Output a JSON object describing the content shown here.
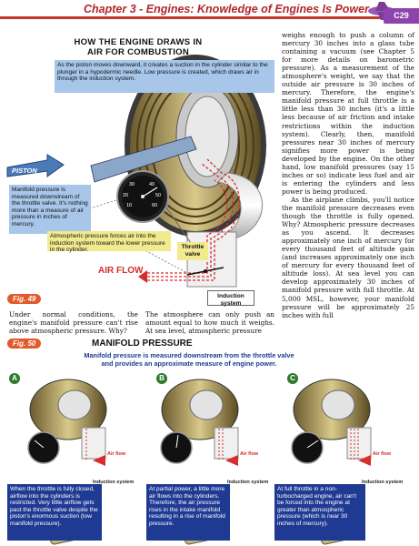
{
  "header": {
    "title": "Chapter 3 - Engines: Knowledge of Engines Is Power",
    "page_tab": "C29"
  },
  "fig49": {
    "title_line1": "HOW THE ENGINE DRAWS IN",
    "title_line2": "AIR FOR COMBUSTION",
    "note_top": "As the piston moves downward, it creates a suction in the cylinder similar to the plunger in a hypodermic needle. Low pressure is created, which draws air in through the induction system.",
    "piston_label": "PISTON",
    "note_manifold": "Manifold pressure is measured downstream of the throttle valve. It's nothing more than a measure of air pressure in inches of mercury.",
    "note_atmos": "Atmospheric pressure forces air into the induction system toward the lower pressure in the cylinder.",
    "throttle_label": "Throttle valve",
    "airflow_label": "AIR FLOW",
    "induction_label": "Induction system",
    "badge": "Fig. 49",
    "gauge_nums": [
      "10",
      "20",
      "30",
      "40",
      "50",
      "60"
    ]
  },
  "body_text": {
    "col1": "Under normal conditions, the engine's manifold pressure can't rise above atmospheric pressure. Why?",
    "col2": "The atmosphere can only push an amount equal to how much it weighs. At sea level, atmospheric pressure",
    "col3_p1": "weighs enough to push a column of mercury 30 inches into a glass tube containing a vacuum (see Chapter 5 for more details on barometric pressure). As a measurement of the atmosphere's weight, we say that the outside air pressure is 30 inches of mercury. Therefore, the engine's manifold pressure at full throttle is a little less than 30 inches (it's a little less because of air friction and intake restrictions within the induction system). Clearly, then, manifold pressures near 30 inches of mercury signifies more power is being developed by the engine. On the other hand, low manifold pressures (say 15 inches or so) indicate less fuel and air is entering the cylinders and less power is being produced.",
    "col3_p2": "As the airplane climbs, you'll notice the manifold pressure decreases even though the throttle is fully opened. Why? Atmospheric pressure decreases as you ascend. It decreases approximately one inch of mercury for every thousand feet of altitude gain (and increases approximately one inch of mercury for every thousand feet of altitude loss). At sea level you can develop approximately 30 inches of manifold pressure with full throttle. At 5,000 MSL, however, your manifold pressure will be approximately 25 inches with full"
  },
  "fig50": {
    "badge": "Fig. 50",
    "title": "MANIFOLD PRESSURE",
    "subtitle_line1": "Manifold pressure is measured downstream from the throttle valve",
    "subtitle_line2": "and provides an approximate measure of engine power.",
    "panel_letters": [
      "A",
      "B",
      "C"
    ],
    "airflow_small": "Air flow",
    "induction_small": "Induction system",
    "captions": [
      "When the throttle is fully closed, airflow into the cylinders is restricted. Very little airflow gets past the throttle valve despite the piston's enormous suction (low manifold pressure).",
      "At partial power, a little more air flows into the cylinders. Therefore, the air pressure rises in the intake manifold resulting in a rise of manifold pressure.",
      "At full throttle in a non-turbocharged engine, air can't be forced into the engine at greater than atmospheric pressure (which is near 30 inches of mercury)."
    ]
  },
  "colors": {
    "title_red": "#b3262a",
    "tab_purple": "#8e44ad",
    "note_blue": "#a7c6ea",
    "note_yellow": "#f2ea8e",
    "caption_navy": "#1f3a93",
    "badge_orange": "#e25a2b"
  }
}
